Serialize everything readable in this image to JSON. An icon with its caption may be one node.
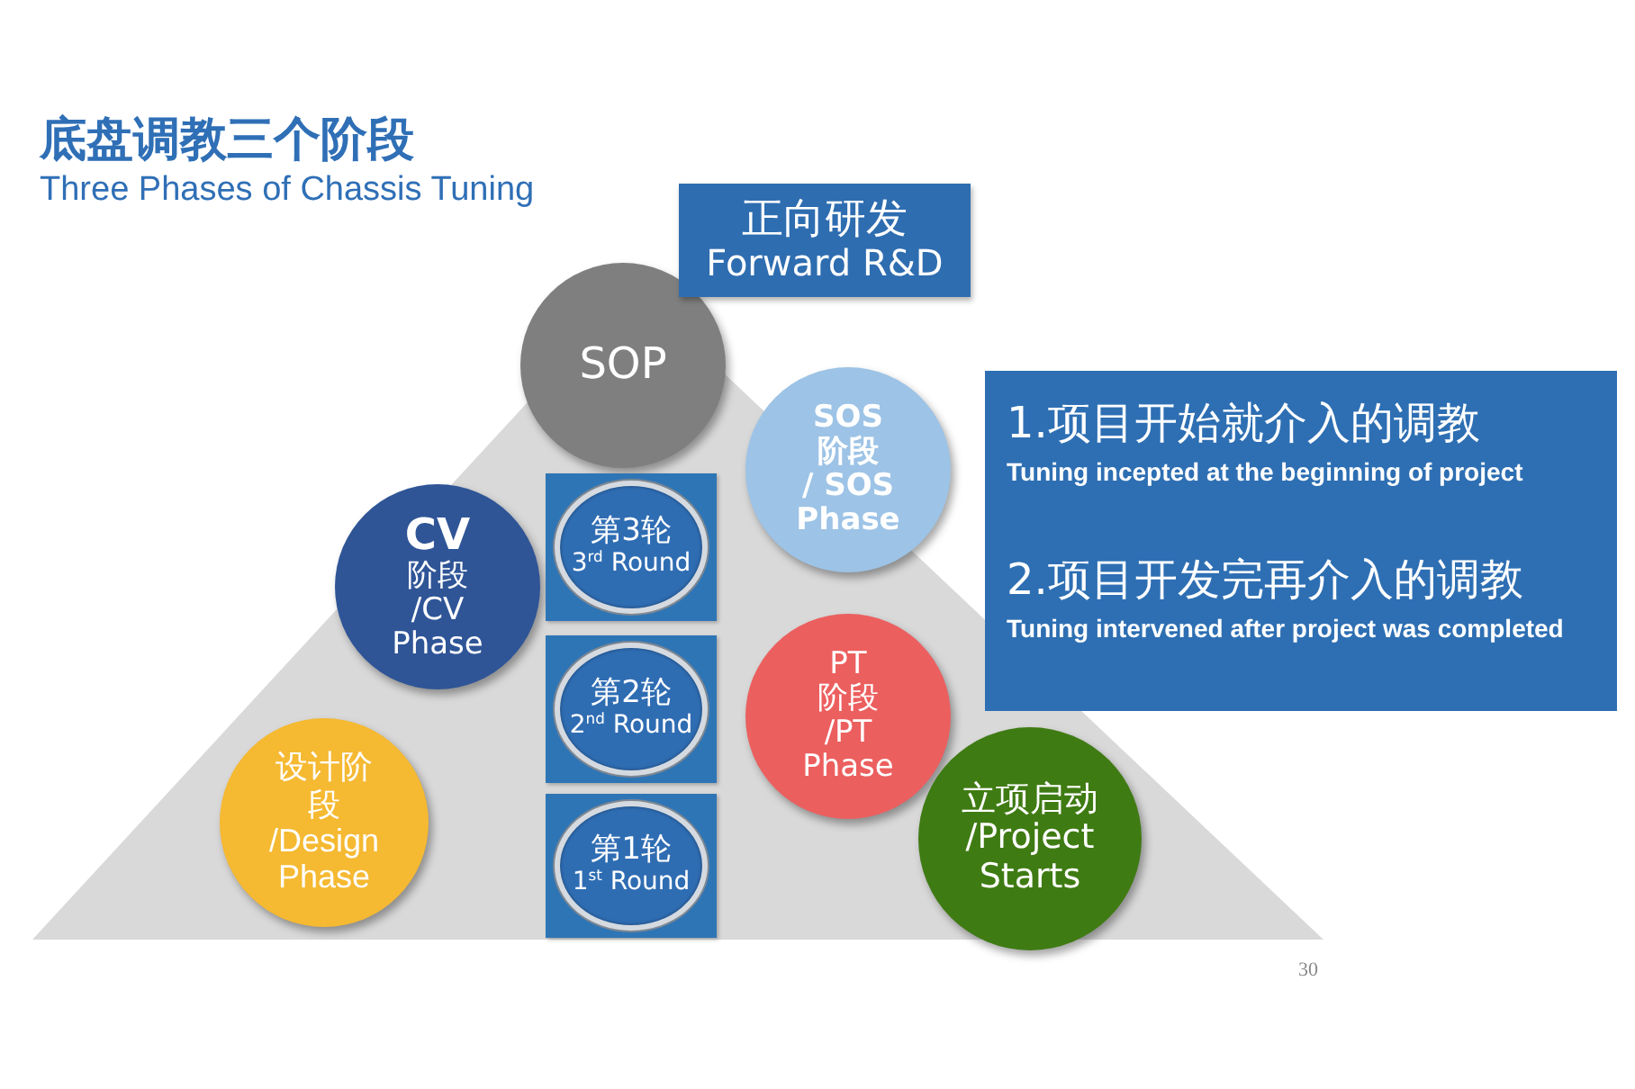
{
  "diagram": {
    "title": "底盘调教三个阶段",
    "nodes": [
      {
        "text": [
          "正向研发",
          "Forward R&D"
        ]
      },
      {
        "text": [
          "SOP"
        ]
      },
      {
        "text": [
          "SOS 阶段 / SOS Phase"
        ]
      },
      {
        "text": [
          "CV",
          "阶段 /CV Phase"
        ]
      },
      {
        "text": [
          "第3轮",
          "3$^{rd}$ Round"
        ]
      },
      {
        "text": [
          "第2轮",
          "2$^{nd}$ Round"
        ]
      },
      {
        "text": [
          "PT 阶段 /PT Phase"
        ]
      },
      {
        "text": [
          "设计阶段 /Design Phase"
        ]
      },
      {
        "text": [
          "第1轮",
          "1$^{st}$ Round"
        ]
      },
      {
        "text": [
          "立项启动 /Project Starts"
        ]
      },
      {
        "text": [
          "1.项目开始就介入的调教",
          "Tuning incepted at the beginning of project",
          "2.项目开发完再介入的调教",
          "Tuning intervened after project was completed"
        ]
      }
    ],
    "labels": [
      "Three Phases of Chassis Tuning",
      "30"
    ]
  }
}
